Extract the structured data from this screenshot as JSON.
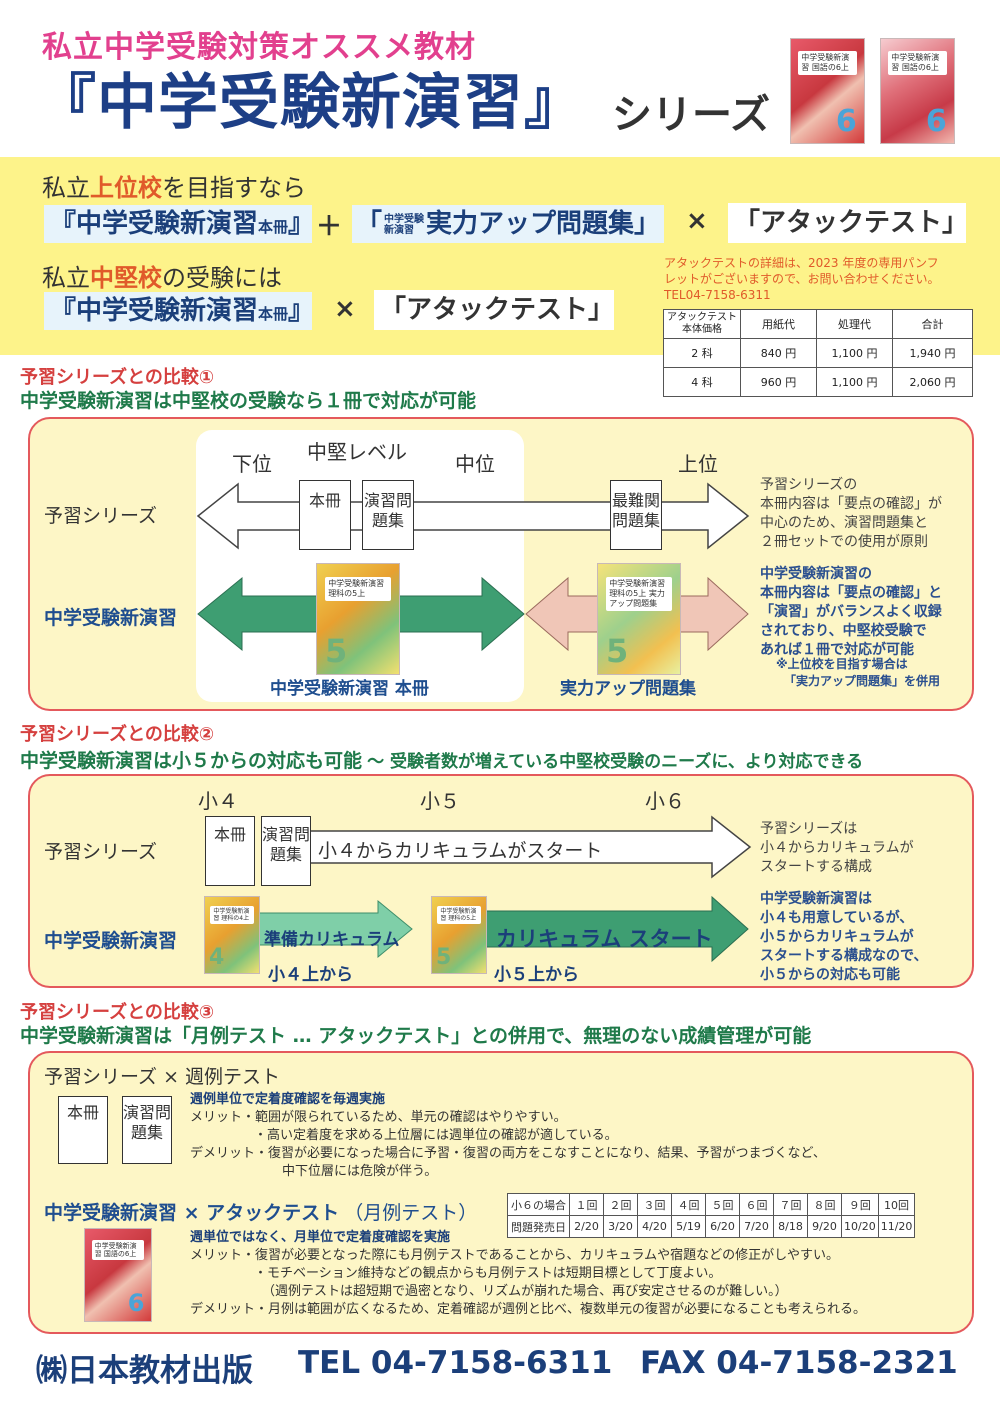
{
  "header": {
    "subtitle": "私立中学受験対策オススメ教材",
    "title": "『中学受験新演習』",
    "series_suffix": "シリーズ"
  },
  "covers": {
    "top1": "中学受験新演習 国語の6上",
    "top2": "中学受験新演習 国語の6上",
    "num6": "6",
    "num5": "5",
    "num4": "4",
    "rika5": "中学受験新演習 理科の5上",
    "rika5b": "中学受験新演習 理科の5上 実力アップ問題集",
    "rika4": "中学受験新演習 理科の4上",
    "kokugo6": "中学受験新演習 国語の6上"
  },
  "banner": {
    "line1_pre": "私立",
    "line1_hl": "上位校",
    "line1_post": "を目指すなら",
    "combo1_a": "『中学受験新演習",
    "combo1_a_small": "本冊",
    "combo1_a_end": "』",
    "plus": "＋",
    "combo1_b_small1": "中学受験",
    "combo1_b_small2": "新演習",
    "combo1_b": "「",
    "combo1_b_main": "実力アップ問題集」",
    "times": "×",
    "attack": "「アタックテスト」",
    "line2_pre": "私立",
    "line2_hl": "中堅校",
    "line2_post": "の受験には",
    "combo2_a": "『中学受験新演習",
    "combo2_a_small": "本冊",
    "combo2_a_end": "』",
    "times2": "×",
    "attack2": "「アタックテスト」"
  },
  "pamphlet": {
    "text1": "アタックテストの詳細は、2023 年度の専用パンフ",
    "text2": "レットがございますので、お問い合わせください。",
    "tel": "TEL04-7158-6311"
  },
  "price_table": {
    "headers": [
      "アタックテスト本体価格",
      "用紙代",
      "処理代",
      "合計"
    ],
    "rows": [
      [
        "2 科",
        "840 円",
        "1,100 円",
        "1,940 円"
      ],
      [
        "4 科",
        "960 円",
        "1,100 円",
        "2,060 円"
      ]
    ]
  },
  "section1": {
    "label": "予習シリーズとの比較①",
    "headline": "中学受験新演習は中堅校の受験なら１冊で対応が可能",
    "level_low": "下位",
    "level_mid_label": "中堅レベル",
    "level_mid": "中位",
    "level_high": "上位",
    "row1": "予習シリーズ",
    "row2": "中学受験新演習",
    "box_honsatsu": "本冊",
    "box_enshu": "演習問題集",
    "box_saininkan": "最難関問題集",
    "cap_honsatsu": "中学受験新演習 本冊",
    "cap_jitsuryoku": "実力アップ問題集",
    "note1": [
      "予習シリーズの",
      "本冊内容は「要点の確認」が",
      "中心のため、演習問題集と",
      "２冊セットでの使用が原則"
    ],
    "note2": [
      "中学受験新演習の",
      "本冊内容は「要点の確認」と",
      "「演習」がバランスよく収録",
      "されており、中堅校受験で",
      "あれば１冊で対応が可能"
    ],
    "note2b": [
      "※上位校を目指す場合は",
      "「実力アップ問題集」を併用"
    ]
  },
  "section2": {
    "label": "予習シリーズとの比較②",
    "headline": "中学受験新演習は小５からの対応も可能",
    "headline_tail": "～ 受験者数が増えている中堅校受験のニーズに、より対応できる",
    "g4": "小４",
    "g5": "小５",
    "g6": "小６",
    "row1": "予習シリーズ",
    "row2": "中学受験新演習",
    "box_honsatsu": "本冊",
    "box_enshu": "演習問題集",
    "arrow1_text": "小４からカリキュラムがスタート",
    "arrow_prep": "準備カリキュラム",
    "from4": "小４上から",
    "arrow_start": "カリキュラム スタート",
    "from5": "小５上から",
    "note1": [
      "予習シリーズは",
      "小４からカリキュラムが",
      "スタートする構成"
    ],
    "note2": [
      "中学受験新演習は",
      "小４も用意しているが、",
      "小５からカリキュラムが",
      "スタートする構成なので、",
      "小５からの対応も可能"
    ]
  },
  "section3": {
    "label": "予習シリーズとの比較③",
    "headline": "中学受験新演習は「月例テスト … アタックテスト」との併用で、無理のない成績管理が可能",
    "sub1": "予習シリーズ × 週例テスト",
    "box_honsatsu": "本冊",
    "box_enshu": "演習問題集",
    "w_head": "週例単位で定着度確認を毎週実施",
    "w_merit1": "メリット・範囲が限られているため、単元の確認はやりやすい。",
    "w_merit2": "・高い定着度を求める上位層には週単位の確認が適している。",
    "w_demerit1": "デメリット・復習が必要になった場合に予習・復習の両方をこなすことになり、結果、予習がつまづくなど、",
    "w_demerit2": "中下位層には危険が伴う。",
    "sub2_a": "中学受験新演習 × アタックテスト",
    "sub2_b": "（月例テスト）",
    "sched_head": [
      "小６の場合",
      "１回",
      "２回",
      "３回",
      "４回",
      "５回",
      "６回",
      "７回",
      "８回",
      "９回",
      "10回"
    ],
    "sched_row": [
      "問題発売日",
      "2/20",
      "3/20",
      "4/20",
      "5/19",
      "6/20",
      "7/20",
      "8/18",
      "9/20",
      "10/20",
      "11/20"
    ],
    "m_head": "週単位ではなく、月単位で定着度確認を実施",
    "m_merit1": "メリット・復習が必要となった際にも月例テストであることから、カリキュラムや宿題などの修正がしやすい。",
    "m_merit2": "・モチベーション維持などの観点からも月例テストは短期目標として丁度よい。",
    "m_merit3": "（週例テストは超短期で過密となり、リズムが崩れた場合、再び安定させるのが難しい。）",
    "m_demerit": "デメリット・月例は範囲が広くなるため、定着確認が週例と比べ、複数単元の復習が必要になることも考えられる。"
  },
  "footer": {
    "company": "㈱日本教材出版",
    "tel": "TEL 04-7158-6311",
    "fax": "FAX 04-7158-2321"
  },
  "colors": {
    "accent_red": "#d5403f",
    "green": "#1f7a4a",
    "navy": "#1b3f7a",
    "yellow_band": "#fdf38a",
    "panel": "#fdf6c6"
  }
}
